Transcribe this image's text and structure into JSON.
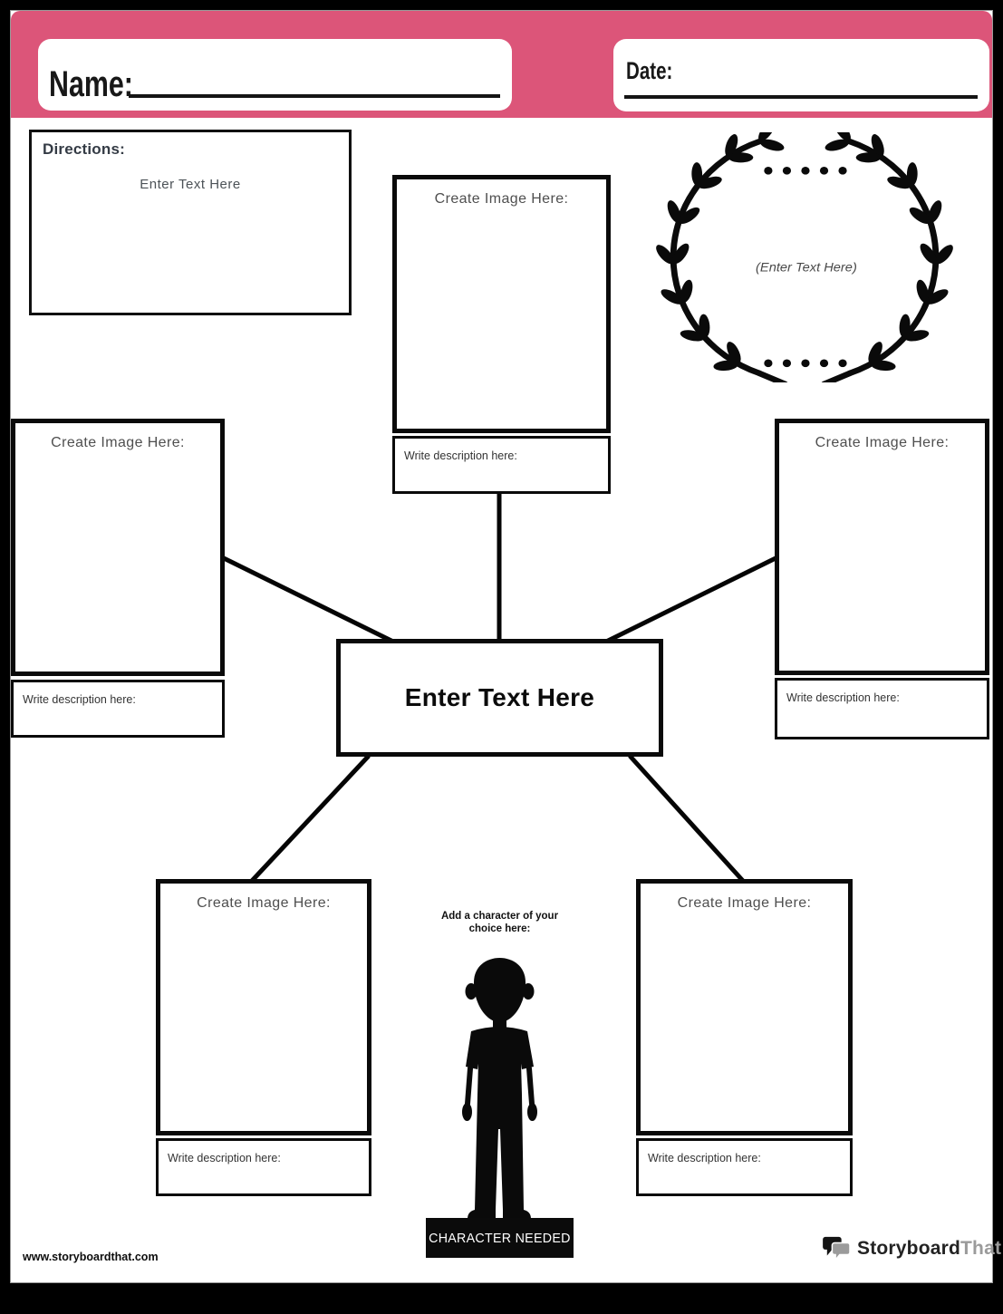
{
  "header": {
    "name_label": "Name:",
    "date_label": "Date:"
  },
  "directions": {
    "title": "Directions:",
    "placeholder": "Enter Text Here"
  },
  "wreath": {
    "placeholder": "(Enter Text Here)"
  },
  "center": {
    "label": "Enter Text Here"
  },
  "boxes": [
    {
      "position": "top",
      "image_label": "Create Image Here:",
      "description_label": "Write description here:"
    },
    {
      "position": "left",
      "image_label": "Create Image Here:",
      "description_label": "Write description here:"
    },
    {
      "position": "right",
      "image_label": "Create Image Here:",
      "description_label": "Write description here:"
    },
    {
      "position": "bottom-left",
      "image_label": "Create Image Here:",
      "description_label": "Write description here:"
    },
    {
      "position": "bottom-right",
      "image_label": "Create Image Here:",
      "description_label": "Write description here:"
    }
  ],
  "character": {
    "prompt_line1": "Add a character of your",
    "prompt_line2": "choice here:",
    "badge": "CHARACTER NEEDED"
  },
  "footer": {
    "website": "www.storyboardthat.com",
    "logo_primary": "Storyboard",
    "logo_secondary": "That"
  },
  "colors": {
    "header_pink": "#dc5579",
    "ink_black": "#0b0b0b",
    "label_gray": "#4f4f4f",
    "logo_gray": "#9b9b9b"
  }
}
